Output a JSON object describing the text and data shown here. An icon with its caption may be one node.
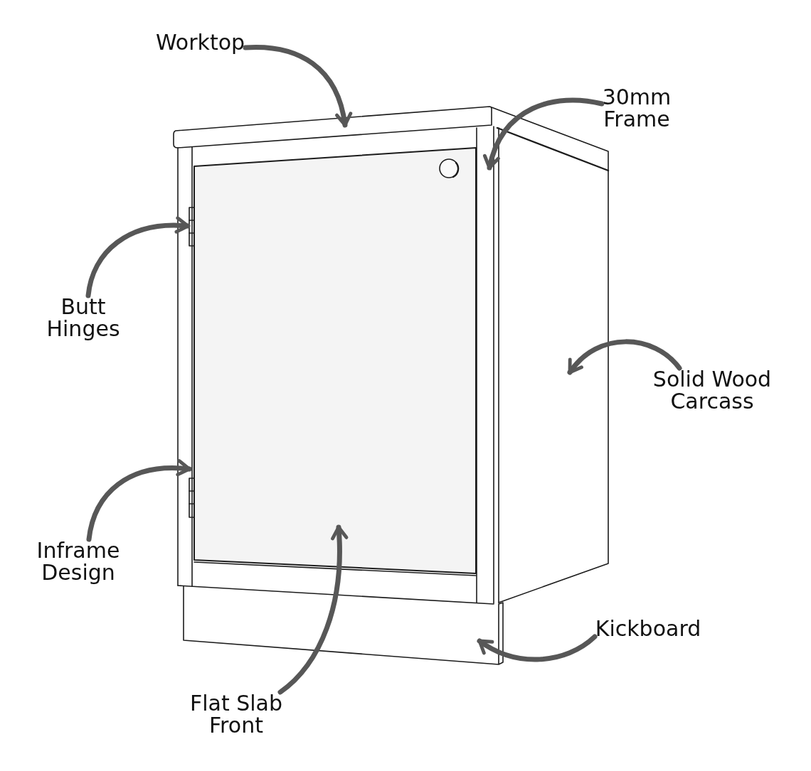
{
  "diagram": {
    "nodes": [
      {
        "text": [
          "Worktop"
        ]
      },
      {
        "text": [
          "30mm Frame"
        ]
      },
      {
        "text": [
          "Butt Hinges"
        ]
      },
      {
        "text": [
          "Solid Wood Carcass"
        ]
      },
      {
        "text": [
          "Inframe Design"
        ]
      },
      {
        "text": [
          "Kickboard"
        ]
      },
      {
        "text": [
          "Flat Slab Front"
        ]
      }
    ],
    "edges": [
      {
        "from": 0,
        "to": null,
        "arrow": "to"
      },
      {
        "from": 1,
        "to": null,
        "arrow": "to"
      },
      {
        "from": 2,
        "to": null,
        "arrow": "to"
      },
      {
        "from": 3,
        "to": null,
        "arrow": "to"
      },
      {
        "from": 4,
        "to": null,
        "arrow": "to"
      },
      {
        "from": 5,
        "to": null,
        "arrow": "to"
      },
      {
        "from": 6,
        "to": null,
        "arrow": "to"
      }
    ]
  }
}
